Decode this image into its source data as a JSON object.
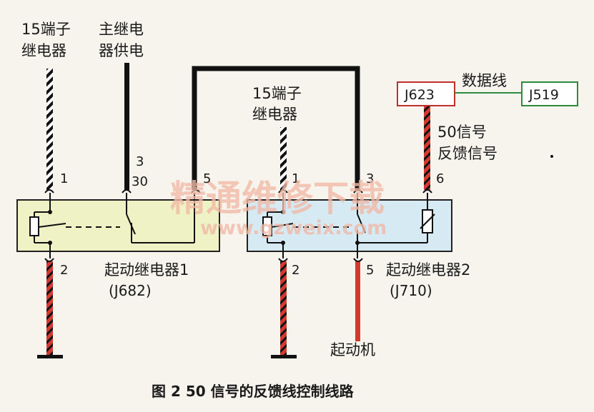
{
  "labels": {
    "term15_left_line1": "15端子",
    "term15_left_line2": "继电器",
    "main_relay_line1": "主继电",
    "main_relay_line2": "器供电",
    "term15_mid_line1": "15端子",
    "term15_mid_line2": "继电器",
    "data_line": "数据线",
    "j623": "J623",
    "j519": "J519",
    "signal50_line1": "50信号",
    "signal50_line2": "反馈信号",
    "relay1_name": "起动继电器1",
    "relay1_code": "(J682)",
    "relay2_name": "起动继电器2",
    "relay2_code": "(J710)",
    "starter": "起动机"
  },
  "pins": {
    "r1_pin1": "1",
    "r1_pin2": "2",
    "r1_pin3": "3",
    "r1_pin30": "30",
    "r1_pin5": "5",
    "r2_pin1": "1",
    "r2_pin3": "3",
    "r2_pin2": "2",
    "r2_pin5": "5",
    "r2_pin6": "6"
  },
  "watermark": {
    "line1": "精通维修下载",
    "line2": "www.gzweix.com"
  },
  "caption": "图 2   50 信号的反馈线控制线路",
  "colors": {
    "relay1_fill": "#eef2c4",
    "relay2_fill": "#d6eaf4",
    "j623_border": "#c0302a",
    "j519_border": "#2e8b3d",
    "red_wire": "#d23a30",
    "watermark": "#f0b9a6"
  }
}
